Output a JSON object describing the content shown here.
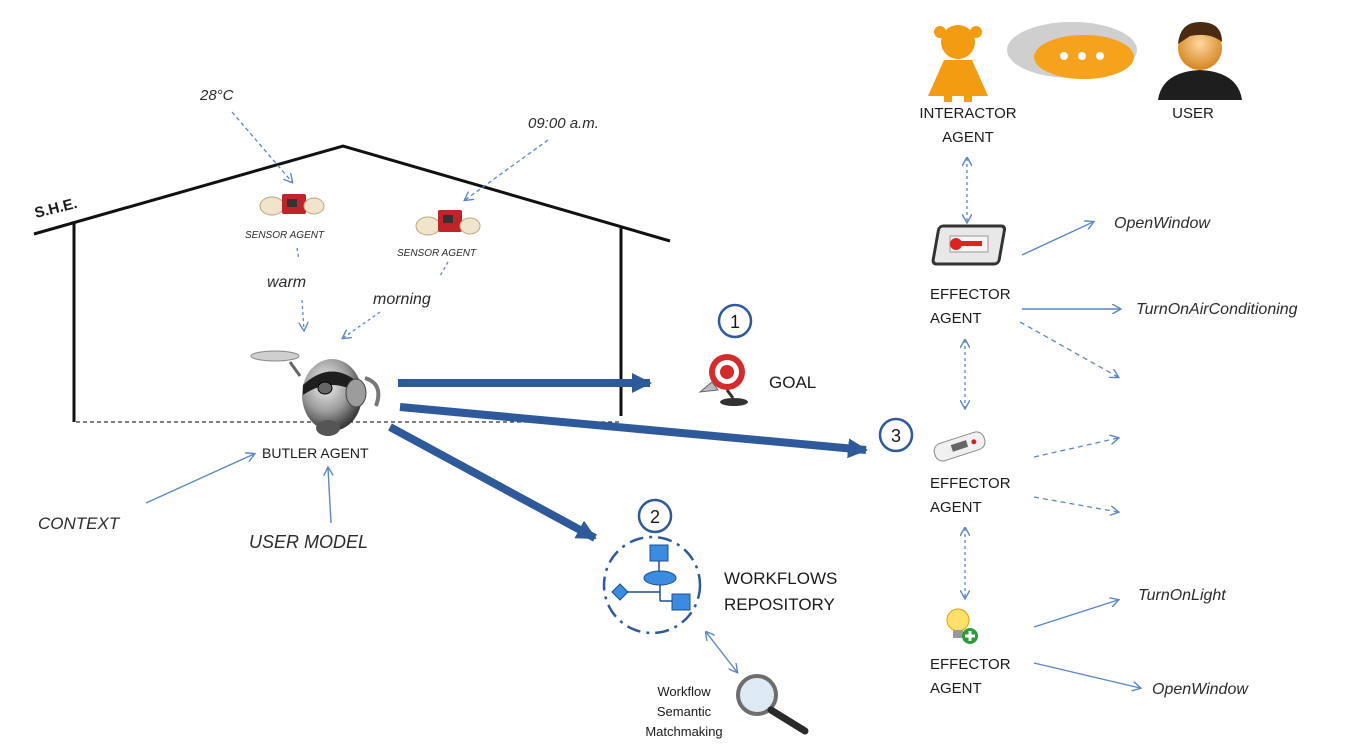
{
  "house": {
    "label": "S.H.E."
  },
  "sensors": [
    {
      "label": "SENSOR AGENT",
      "reading": "28°C",
      "interpretation": "warm"
    },
    {
      "label": "SENSOR AGENT",
      "reading": "09:00 a.m.",
      "interpretation": "morning"
    }
  ],
  "butler": {
    "label": "BUTLER AGENT"
  },
  "inputs": {
    "context": "CONTEXT",
    "user_model": "USER MODEL"
  },
  "goal": {
    "number": "1",
    "label": "GOAL"
  },
  "workflows": {
    "number": "2",
    "line1": "WORKFLOWS",
    "line2": "REPOSITORY"
  },
  "matchmaking": {
    "line1": "Workflow",
    "line2": "Semantic",
    "line3": "Matchmaking"
  },
  "step3": {
    "number": "3"
  },
  "interactor": {
    "line1": "INTERACTOR",
    "line2": "AGENT"
  },
  "user": {
    "label": "USER"
  },
  "effectors": [
    {
      "line1": "EFFECTOR",
      "line2": "AGENT",
      "icon": "thermometer-icon",
      "actions": [
        "OpenWindow",
        "TurnOnAirConditioning"
      ]
    },
    {
      "line1": "EFFECTOR",
      "line2": "AGENT",
      "icon": "remote-control-icon",
      "actions": []
    },
    {
      "line1": "EFFECTOR",
      "line2": "AGENT",
      "icon": "light-bulb-icon",
      "actions": [
        "TurnOnLight",
        "OpenWindow"
      ]
    }
  ],
  "colors": {
    "arrow_blue": "#2e5a9c",
    "thin_blue": "#5b87c5",
    "agent_orange": "#f39c12",
    "speech_orange": "#f6a21d"
  }
}
